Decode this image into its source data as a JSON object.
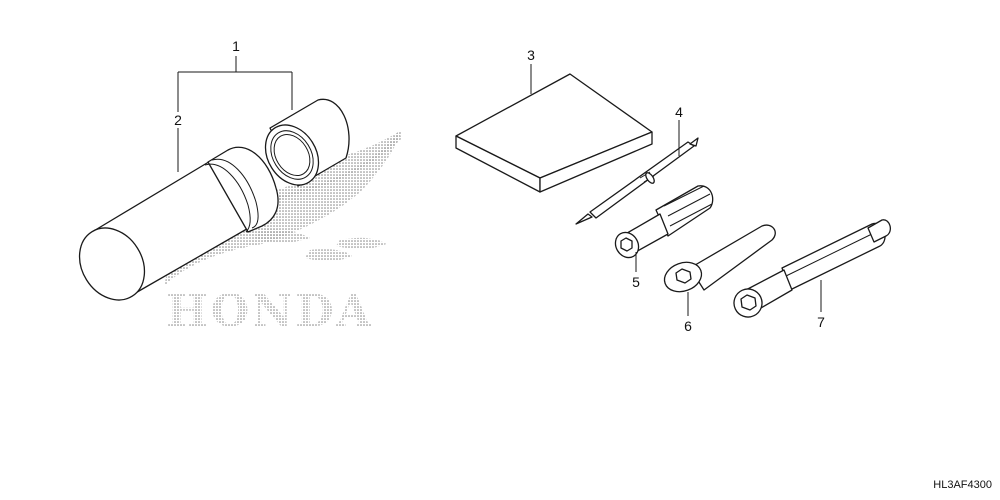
{
  "diagram": {
    "callouts": [
      {
        "id": "1",
        "label": "1"
      },
      {
        "id": "2",
        "label": "2"
      },
      {
        "id": "3",
        "label": "3"
      },
      {
        "id": "4",
        "label": "4"
      },
      {
        "id": "5",
        "label": "5"
      },
      {
        "id": "6",
        "label": "6"
      },
      {
        "id": "7",
        "label": "7"
      }
    ],
    "watermark_text": "HONDA",
    "drawing_code": "HL3AF4300"
  }
}
